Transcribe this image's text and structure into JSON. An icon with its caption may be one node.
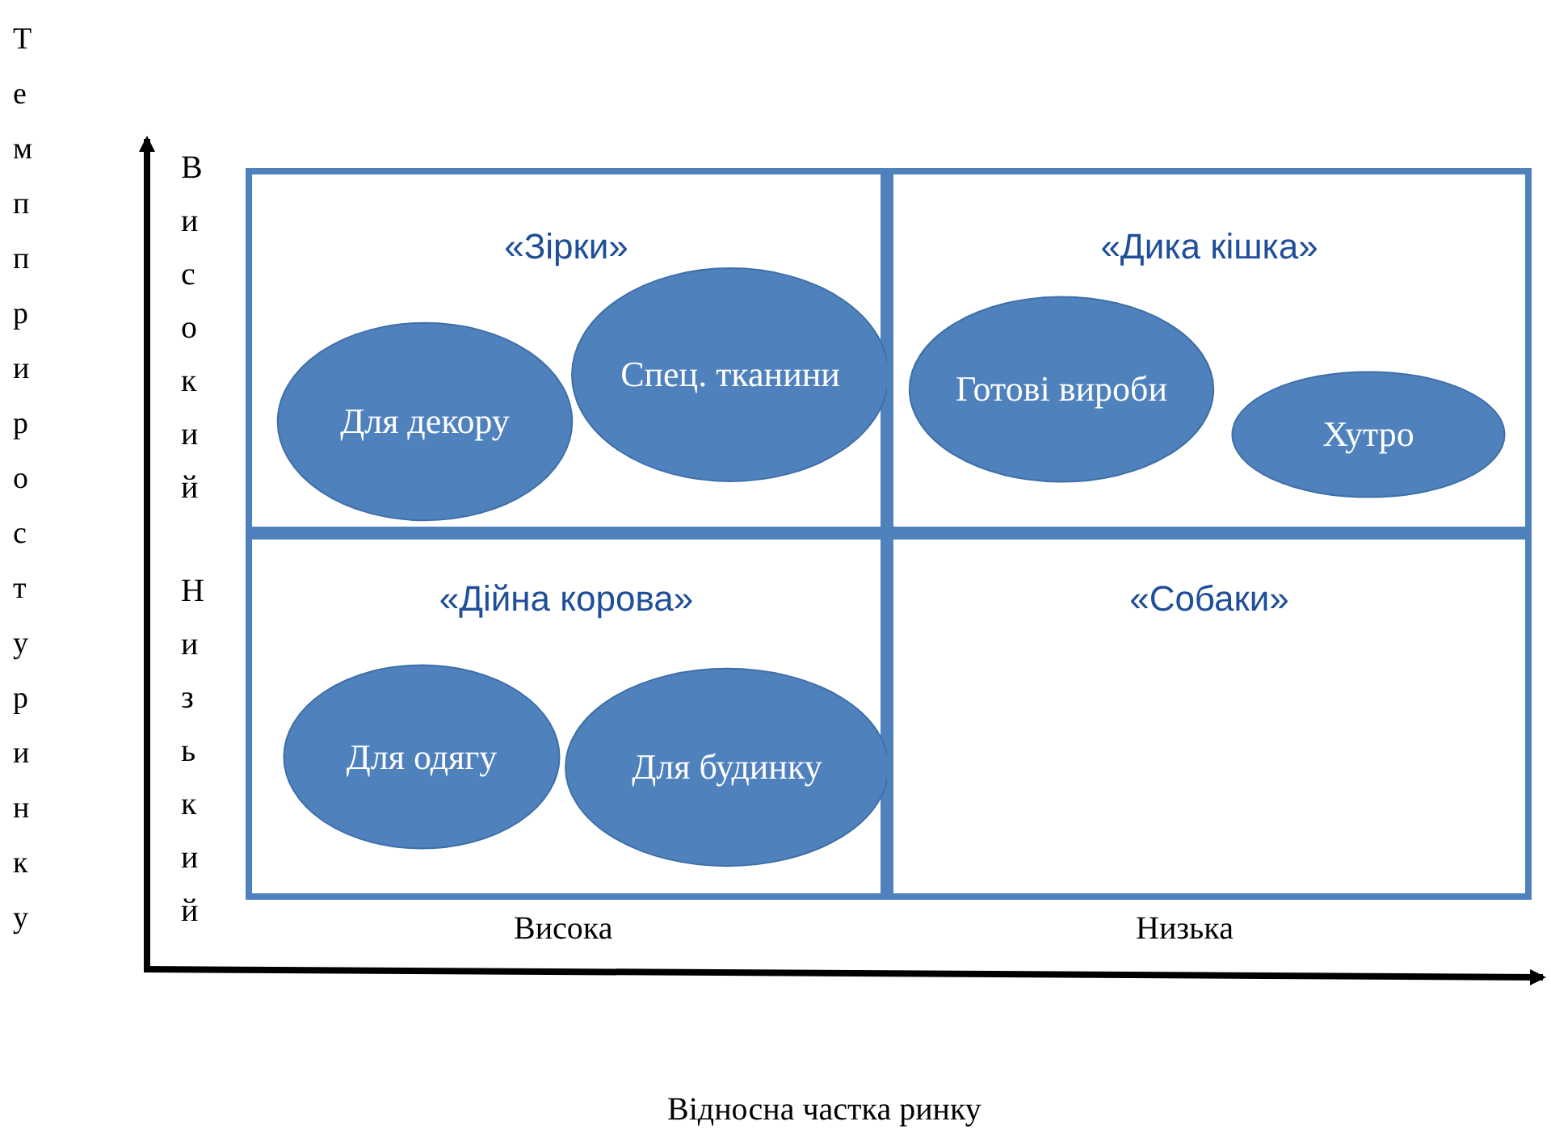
{
  "diagram": {
    "nodes": [
      {
        "text": [
          "«Зірки»"
        ]
      },
      {
        "text": [
          "Для декору"
        ],
        "in": 0
      },
      {
        "text": [
          "Спец. тканини"
        ],
        "in": 0
      },
      {
        "text": [
          "«Дика кішка»"
        ]
      },
      {
        "text": [
          "Готові вироби"
        ],
        "in": 3
      },
      {
        "text": [
          "Хутро"
        ],
        "in": 3
      },
      {
        "text": [
          "«Дійна корова»"
        ]
      },
      {
        "text": [
          "Для одягу"
        ],
        "in": 6
      },
      {
        "text": [
          "Для будинку"
        ],
        "in": 6
      },
      {
        "text": [
          "«Собаки»"
        ]
      }
    ],
    "edges": [],
    "labels": [
      "Темп приросту ринку",
      "Високий",
      "Низький",
      "Висока",
      "Низька",
      "Відносна частка ринку"
    ]
  }
}
